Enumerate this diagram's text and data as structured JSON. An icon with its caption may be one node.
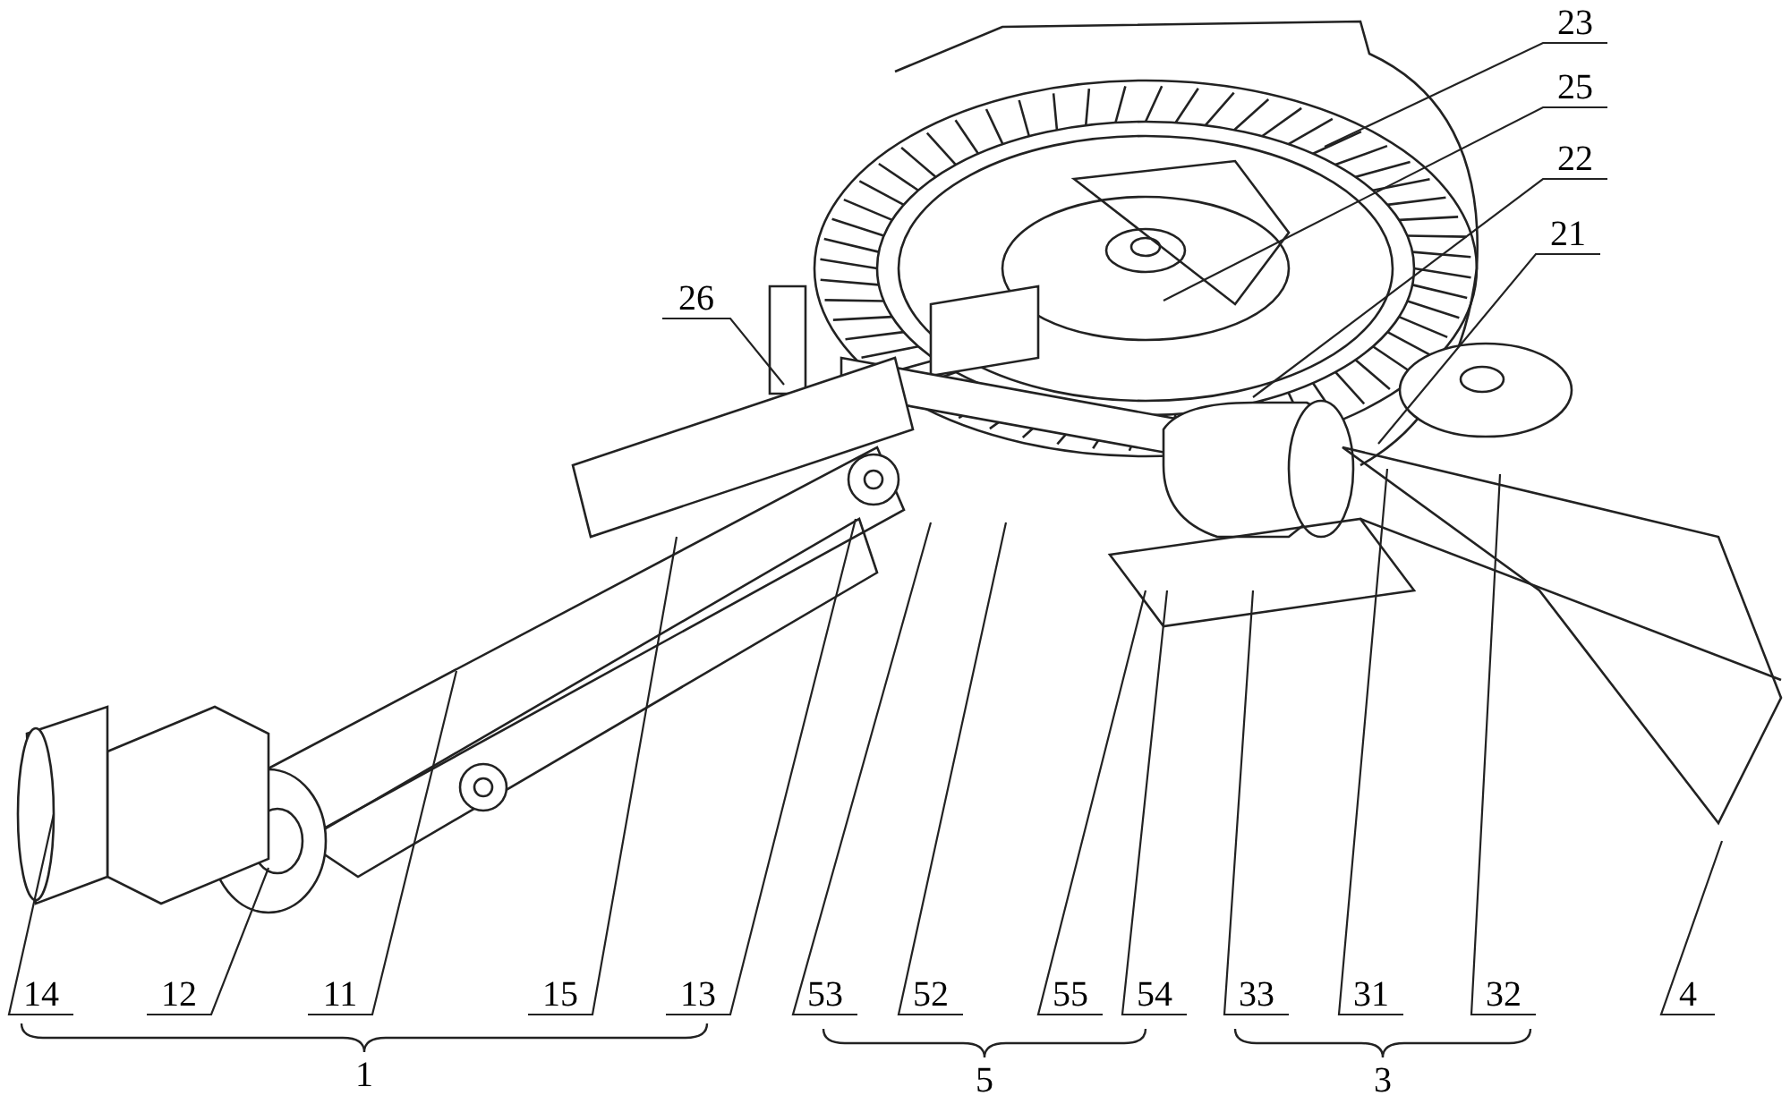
{
  "diagram": {
    "nodes": [
      {
        "text": [
          "23"
        ]
      },
      {
        "text": [
          "25"
        ]
      },
      {
        "text": [
          "22"
        ]
      },
      {
        "text": [
          "21"
        ]
      },
      {
        "text": [
          "26"
        ]
      },
      {
        "text": [
          "14"
        ]
      },
      {
        "text": [
          "12"
        ]
      },
      {
        "text": [
          "11"
        ]
      },
      {
        "text": [
          "15"
        ]
      },
      {
        "text": [
          "13"
        ]
      },
      {
        "text": [
          "53"
        ]
      },
      {
        "text": [
          "52"
        ]
      },
      {
        "text": [
          "55"
        ]
      },
      {
        "text": [
          "54"
        ]
      },
      {
        "text": [
          "33"
        ]
      },
      {
        "text": [
          "31"
        ]
      },
      {
        "text": [
          "32"
        ]
      },
      {
        "text": [
          "4"
        ]
      }
    ],
    "edges": [
      {
        "from": 0,
        "to": null,
        "arrow": "none"
      },
      {
        "from": 1,
        "to": null,
        "arrow": "none"
      },
      {
        "from": 2,
        "to": null,
        "arrow": "none"
      },
      {
        "from": 3,
        "to": null,
        "arrow": "none"
      },
      {
        "from": 4,
        "to": null,
        "arrow": "none"
      },
      {
        "from": 5,
        "to": null,
        "arrow": "none"
      },
      {
        "from": 6,
        "to": null,
        "arrow": "none"
      },
      {
        "from": 7,
        "to": null,
        "arrow": "none"
      },
      {
        "from": 8,
        "to": null,
        "arrow": "none"
      },
      {
        "from": 9,
        "to": null,
        "arrow": "none"
      },
      {
        "from": 10,
        "to": null,
        "arrow": "none"
      },
      {
        "from": 11,
        "to": null,
        "arrow": "none"
      },
      {
        "from": 12,
        "to": null,
        "arrow": "none"
      },
      {
        "from": 13,
        "to": null,
        "arrow": "none"
      },
      {
        "from": 14,
        "to": null,
        "arrow": "none"
      },
      {
        "from": 15,
        "to": null,
        "arrow": "none"
      },
      {
        "from": 16,
        "to": null,
        "arrow": "none"
      },
      {
        "from": 17,
        "to": null,
        "arrow": "none"
      }
    ],
    "labels": [
      "1",
      "5",
      "3"
    ]
  }
}
